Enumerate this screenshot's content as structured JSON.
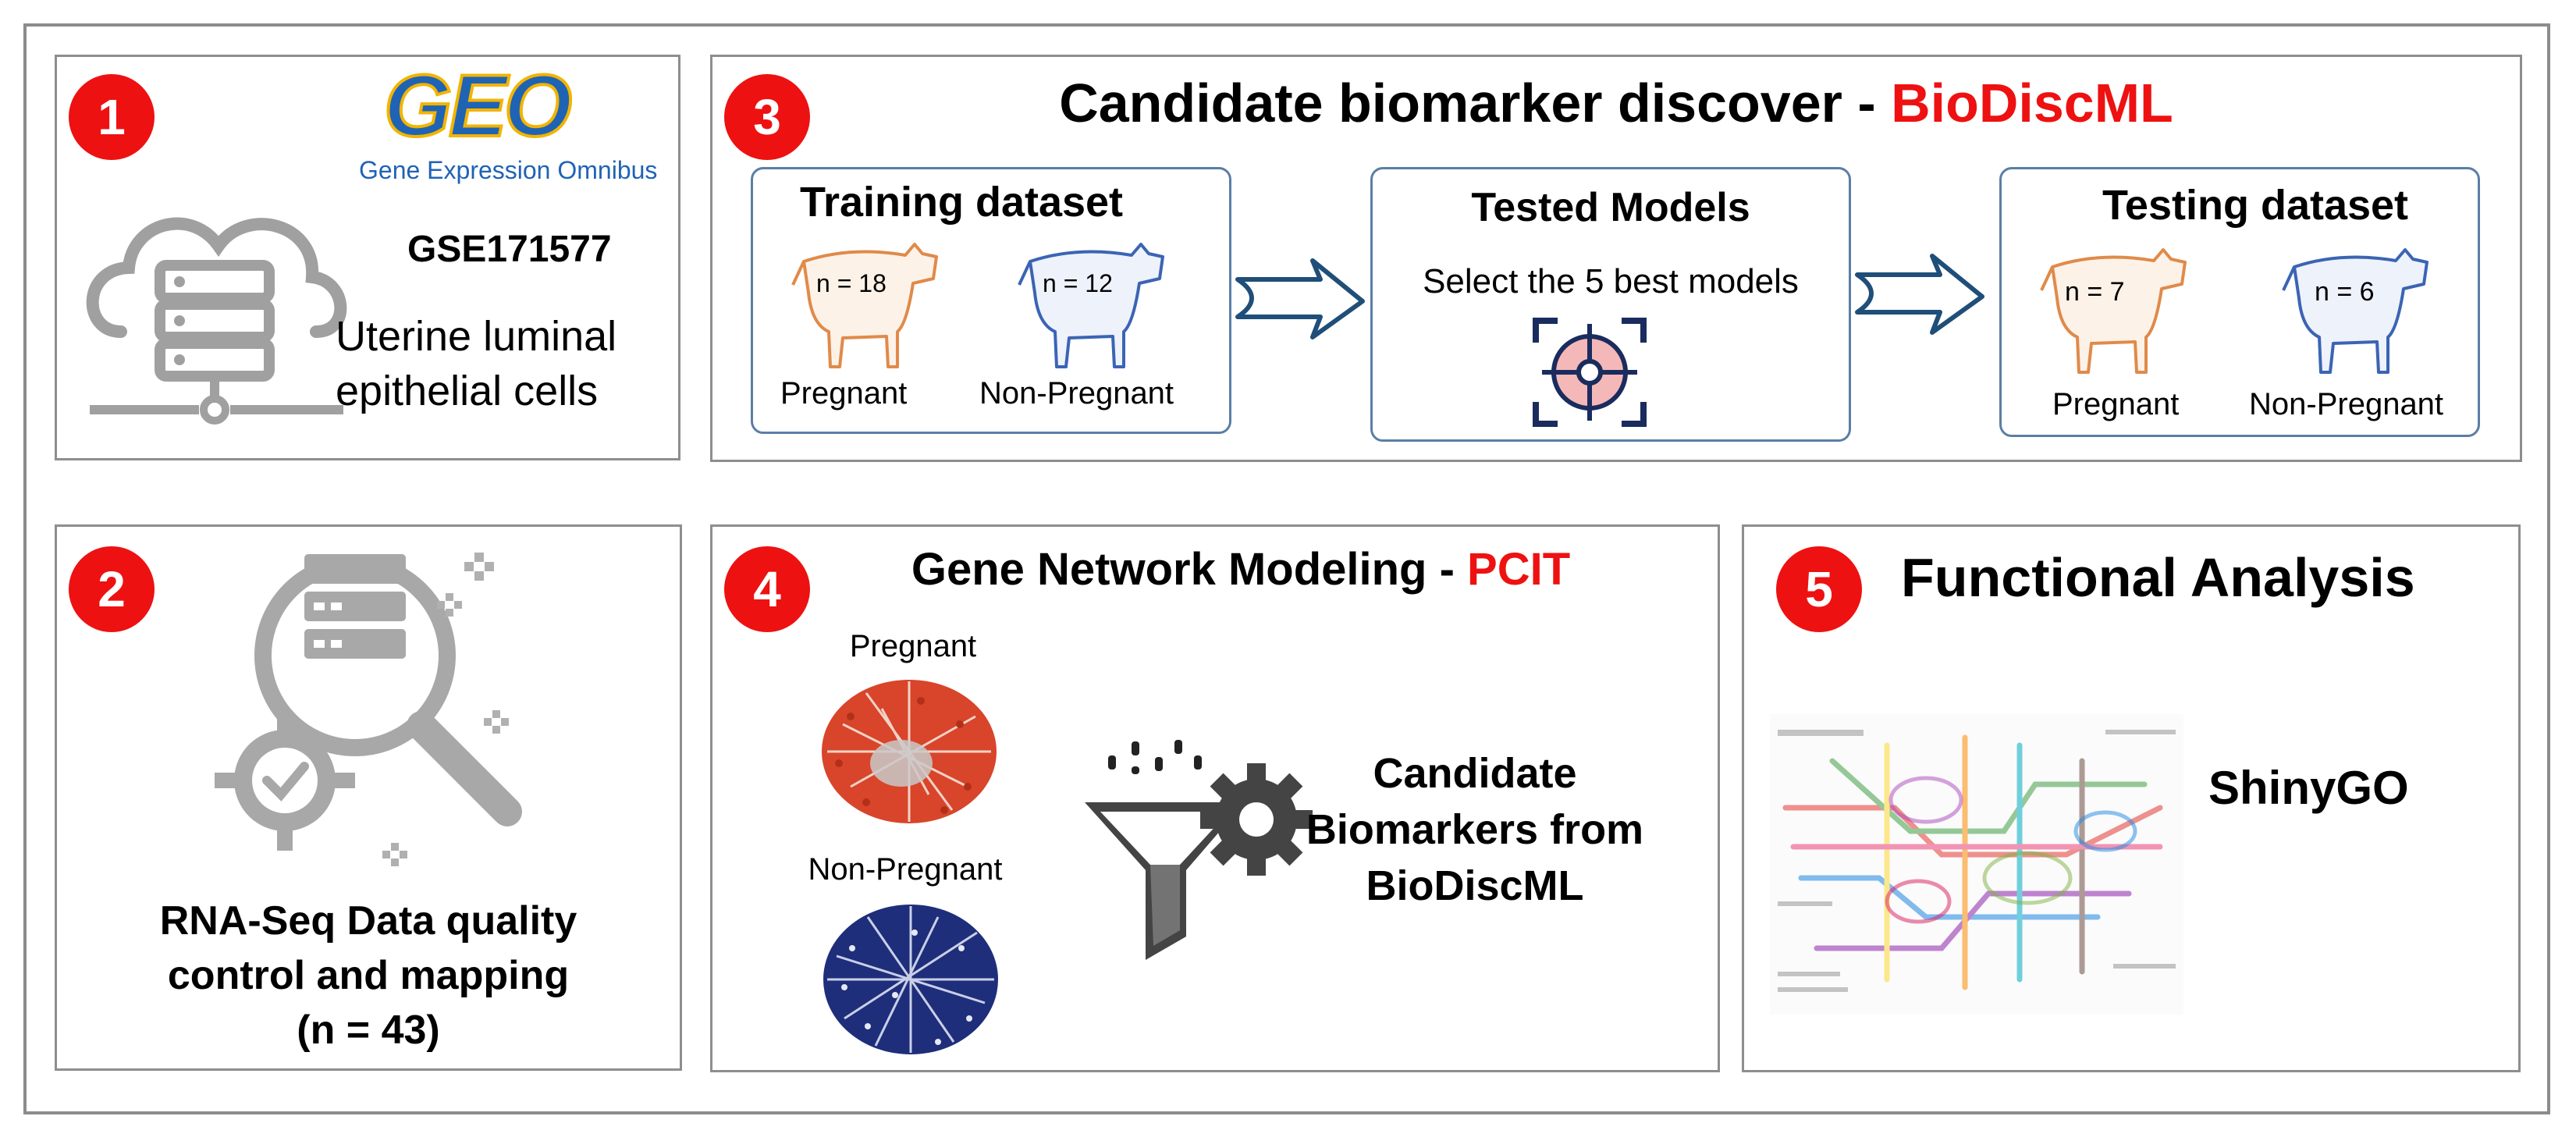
{
  "panel1": {
    "step": "1",
    "geo_logo": "GEO",
    "geo_subtitle": "Gene Expression Omnibus",
    "accession": "GSE171577",
    "cell_type_line1": "Uterine luminal",
    "cell_type_line2": "epithelial cells"
  },
  "panel2": {
    "step": "2",
    "title_line1": "RNA-Seq Data quality",
    "title_line2": "control and mapping",
    "title_line3": "(n = 43)"
  },
  "panel3": {
    "step": "3",
    "title_prefix": "Candidate biomarker discover - ",
    "title_tool": "BioDiscML",
    "training": {
      "title": "Training dataset",
      "pregnant_n": "n = 18",
      "pregnant_label": "Pregnant",
      "nonpregnant_n": "n = 12",
      "nonpregnant_label": "Non-Pregnant"
    },
    "models": {
      "title": "Tested Models",
      "subtitle": "Select the 5 best models"
    },
    "testing": {
      "title": "Testing dataset",
      "pregnant_n": "n = 7",
      "pregnant_label": "Pregnant",
      "nonpregnant_n": "n = 6",
      "nonpregnant_label": "Non-Pregnant"
    }
  },
  "panel4": {
    "step": "4",
    "title_prefix": "Gene Network Modeling - ",
    "title_tool": "PCIT",
    "pregnant_label": "Pregnant",
    "nonpregnant_label": "Non-Pregnant",
    "candidate_line1": "Candidate",
    "candidate_line2": "Biomarkers from",
    "candidate_line3": "BioDiscML"
  },
  "panel5": {
    "step": "5",
    "title": "Functional Analysis",
    "tool": "ShinyGO"
  },
  "colors": {
    "badge_red": "#ee1111",
    "tool_red": "#ee1111",
    "panel_border": "#8e8e8e",
    "sub_border": "#5b7ea6",
    "pregnant_cow": "#e08a4a",
    "nonpregnant_cow": "#3b64b4",
    "pregnant_network": "#d8452a",
    "nonpregnant_network": "#1f2e7a",
    "icon_gray": "#a0a0a0"
  }
}
